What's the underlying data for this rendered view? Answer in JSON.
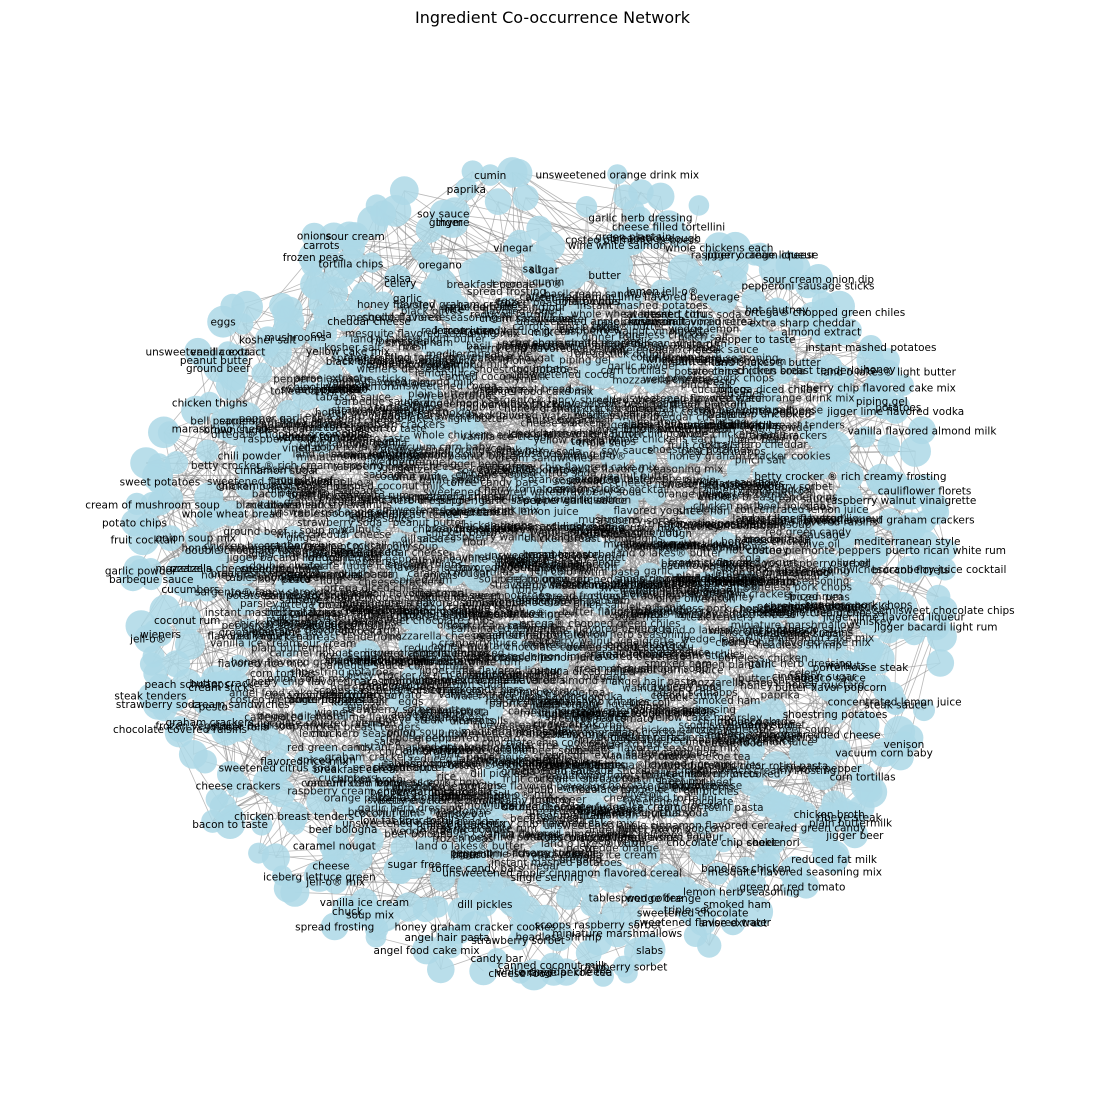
{
  "title": "Ingredient Co-occurrence Network",
  "colors": {
    "background": "#ffffff",
    "node_fill": "#add8e6",
    "edge": "#808080",
    "label": "#000000"
  },
  "chart_data": {
    "type": "network",
    "title": "Ingredient Co-occurrence Network",
    "node_labels": [
      "breadstick dough",
      "wine white salmon",
      "garlic herb dressing",
      "unsweetened orange drink mix",
      "costeo piemonte peppers",
      "green plantain",
      "dessert tofu",
      "cheese filled tortellini",
      "lemon jell-o®",
      "caffeinated lemon lime flavored beverage",
      "whole chickens each",
      "wedge lemon",
      "hot chutney",
      "pepperoni sausage sticks",
      "sour cream onion dip",
      "jigger orange liqueur",
      "land o lakes® butter",
      "raspberry cream cheese",
      "pepper to taste",
      "pinch salt",
      "chicken breast tenderloins",
      "extra sharp cheddar",
      "almond extract",
      "ortega diced chiles",
      "ortega® chopped green chiles",
      "instant mashed potatoes",
      "cherry chip flavored cake mix",
      "piping gel",
      "honey",
      "shrimp uncooked",
      "potatoes",
      "land o lakes® light butter",
      "jigger lime flavored vodka",
      "raspberry walnut vinaigrette",
      "sausage",
      "cauliflower florets",
      "vanilla flavored almond milk",
      "honey flavored graham crackers",
      "betty crocker ® rich creamy frosting",
      "olive oil",
      "puerto rican white rum",
      "jigger lime flavored liqueur",
      "semisweet chocolate chips",
      "mediterranean style",
      "broccoli florets",
      "cranberry juice cocktail",
      "porterhouse steak",
      "boneless pork chops",
      "jigger bacardi light rum",
      "concentrated lemon juice",
      "walnuts",
      "whiskey",
      "steak sauce",
      "vacuum corn baby",
      "butter flavor popcorn",
      "tabasco sauce",
      "shoestring potatoes",
      "honey mustard",
      "corn tortillas",
      "venison",
      "plain buttermilk",
      "chicken broth",
      "sargento® fancy shredded cheese",
      "chipotle pepper",
      "ribeye steak",
      "jigger beer",
      "tri color rotini pasta",
      "reduced fat milk",
      "boneless chicken",
      "lemon herb seasoning",
      "red green candy",
      "mesquite flavored seasoning mix",
      "sheet nori",
      "green or red tomato",
      "chocolate chip cookie",
      "anise extract",
      "smoked ham",
      "triple sec",
      "slabs",
      "sweetened chocolate",
      "tablespoon coffee",
      "scoops raspberry sorbet",
      "sweetened flavored water",
      "wedge orange",
      "miniature marshmallows",
      "white cheddar cheese",
      "single serving",
      "orange pekoe tea",
      "double chocolate fudge ice cream",
      "raspberry sorbet",
      "canned coconut milk",
      "unsweetened apple cinnamon flavored cereal",
      "headless shrimp",
      "angel hair pasta",
      "strawberry sorbet",
      "cheese food",
      "honey graham cracker cookies",
      "angel food cake mix",
      "candy bar",
      "dill pickles",
      "toffee candy bars",
      "sugar free",
      "chicken parts",
      "broccoli",
      "spread frosting",
      "jell-o® mix",
      "soup mix",
      "low fat flour tortilla",
      "vanilla ice cream",
      "pepper garlic sauce",
      "chuck",
      "cheese",
      "beef bologna",
      "chicken breast tenders",
      "caramel nougat",
      "iceberg lettuce green",
      "flavored rice mix",
      "breakfast cereal",
      "sweetened citrus soda",
      "bacon to taste",
      "cheese crackers",
      "graham crackers",
      "spiced rum",
      "frozen vegetable beef soup",
      "chocolate covered raisins",
      "cream sandwiches",
      "butter crackers",
      "dinner rolls",
      "flavored yogurt",
      "peach schnapps",
      "pesto",
      "strawberry soda",
      "cream sticks",
      "cucumbers",
      "steak tenders",
      "wieners",
      "barbeque sauce",
      "jell-o®",
      "sausages",
      "coconut rum",
      "mozzarella cheese",
      "fruit cocktail",
      "potato chips",
      "pretzels",
      "garlic powder",
      "onion soup mix",
      "whole wheat bread",
      "sweet potatoes",
      "cream of mushroom soup",
      "chili powder",
      "brown sugar",
      "cinnamon sugar",
      "maraschino cherries",
      "unsweetened cocoa",
      "peanut butter",
      "chicken thighs",
      "bell peppers",
      "cherry tomatoes",
      "mushrooms",
      "ground beef",
      "eggs",
      "vanilla extract",
      "yellow cake mix",
      "cola",
      "kosher salt",
      "black olives",
      "tortilla chips",
      "cheddar cheese",
      "sour cream",
      "salsa",
      "frozen peas",
      "carrots",
      "celery",
      "onions",
      "garlic",
      "rice",
      "lemon juice",
      "parsley",
      "basil",
      "oregano",
      "thyme",
      "paprika",
      "cumin",
      "ginger",
      "soy sauce",
      "vinegar",
      "sugar",
      "flour",
      "butter",
      "milk",
      "water",
      "salt"
    ]
  }
}
